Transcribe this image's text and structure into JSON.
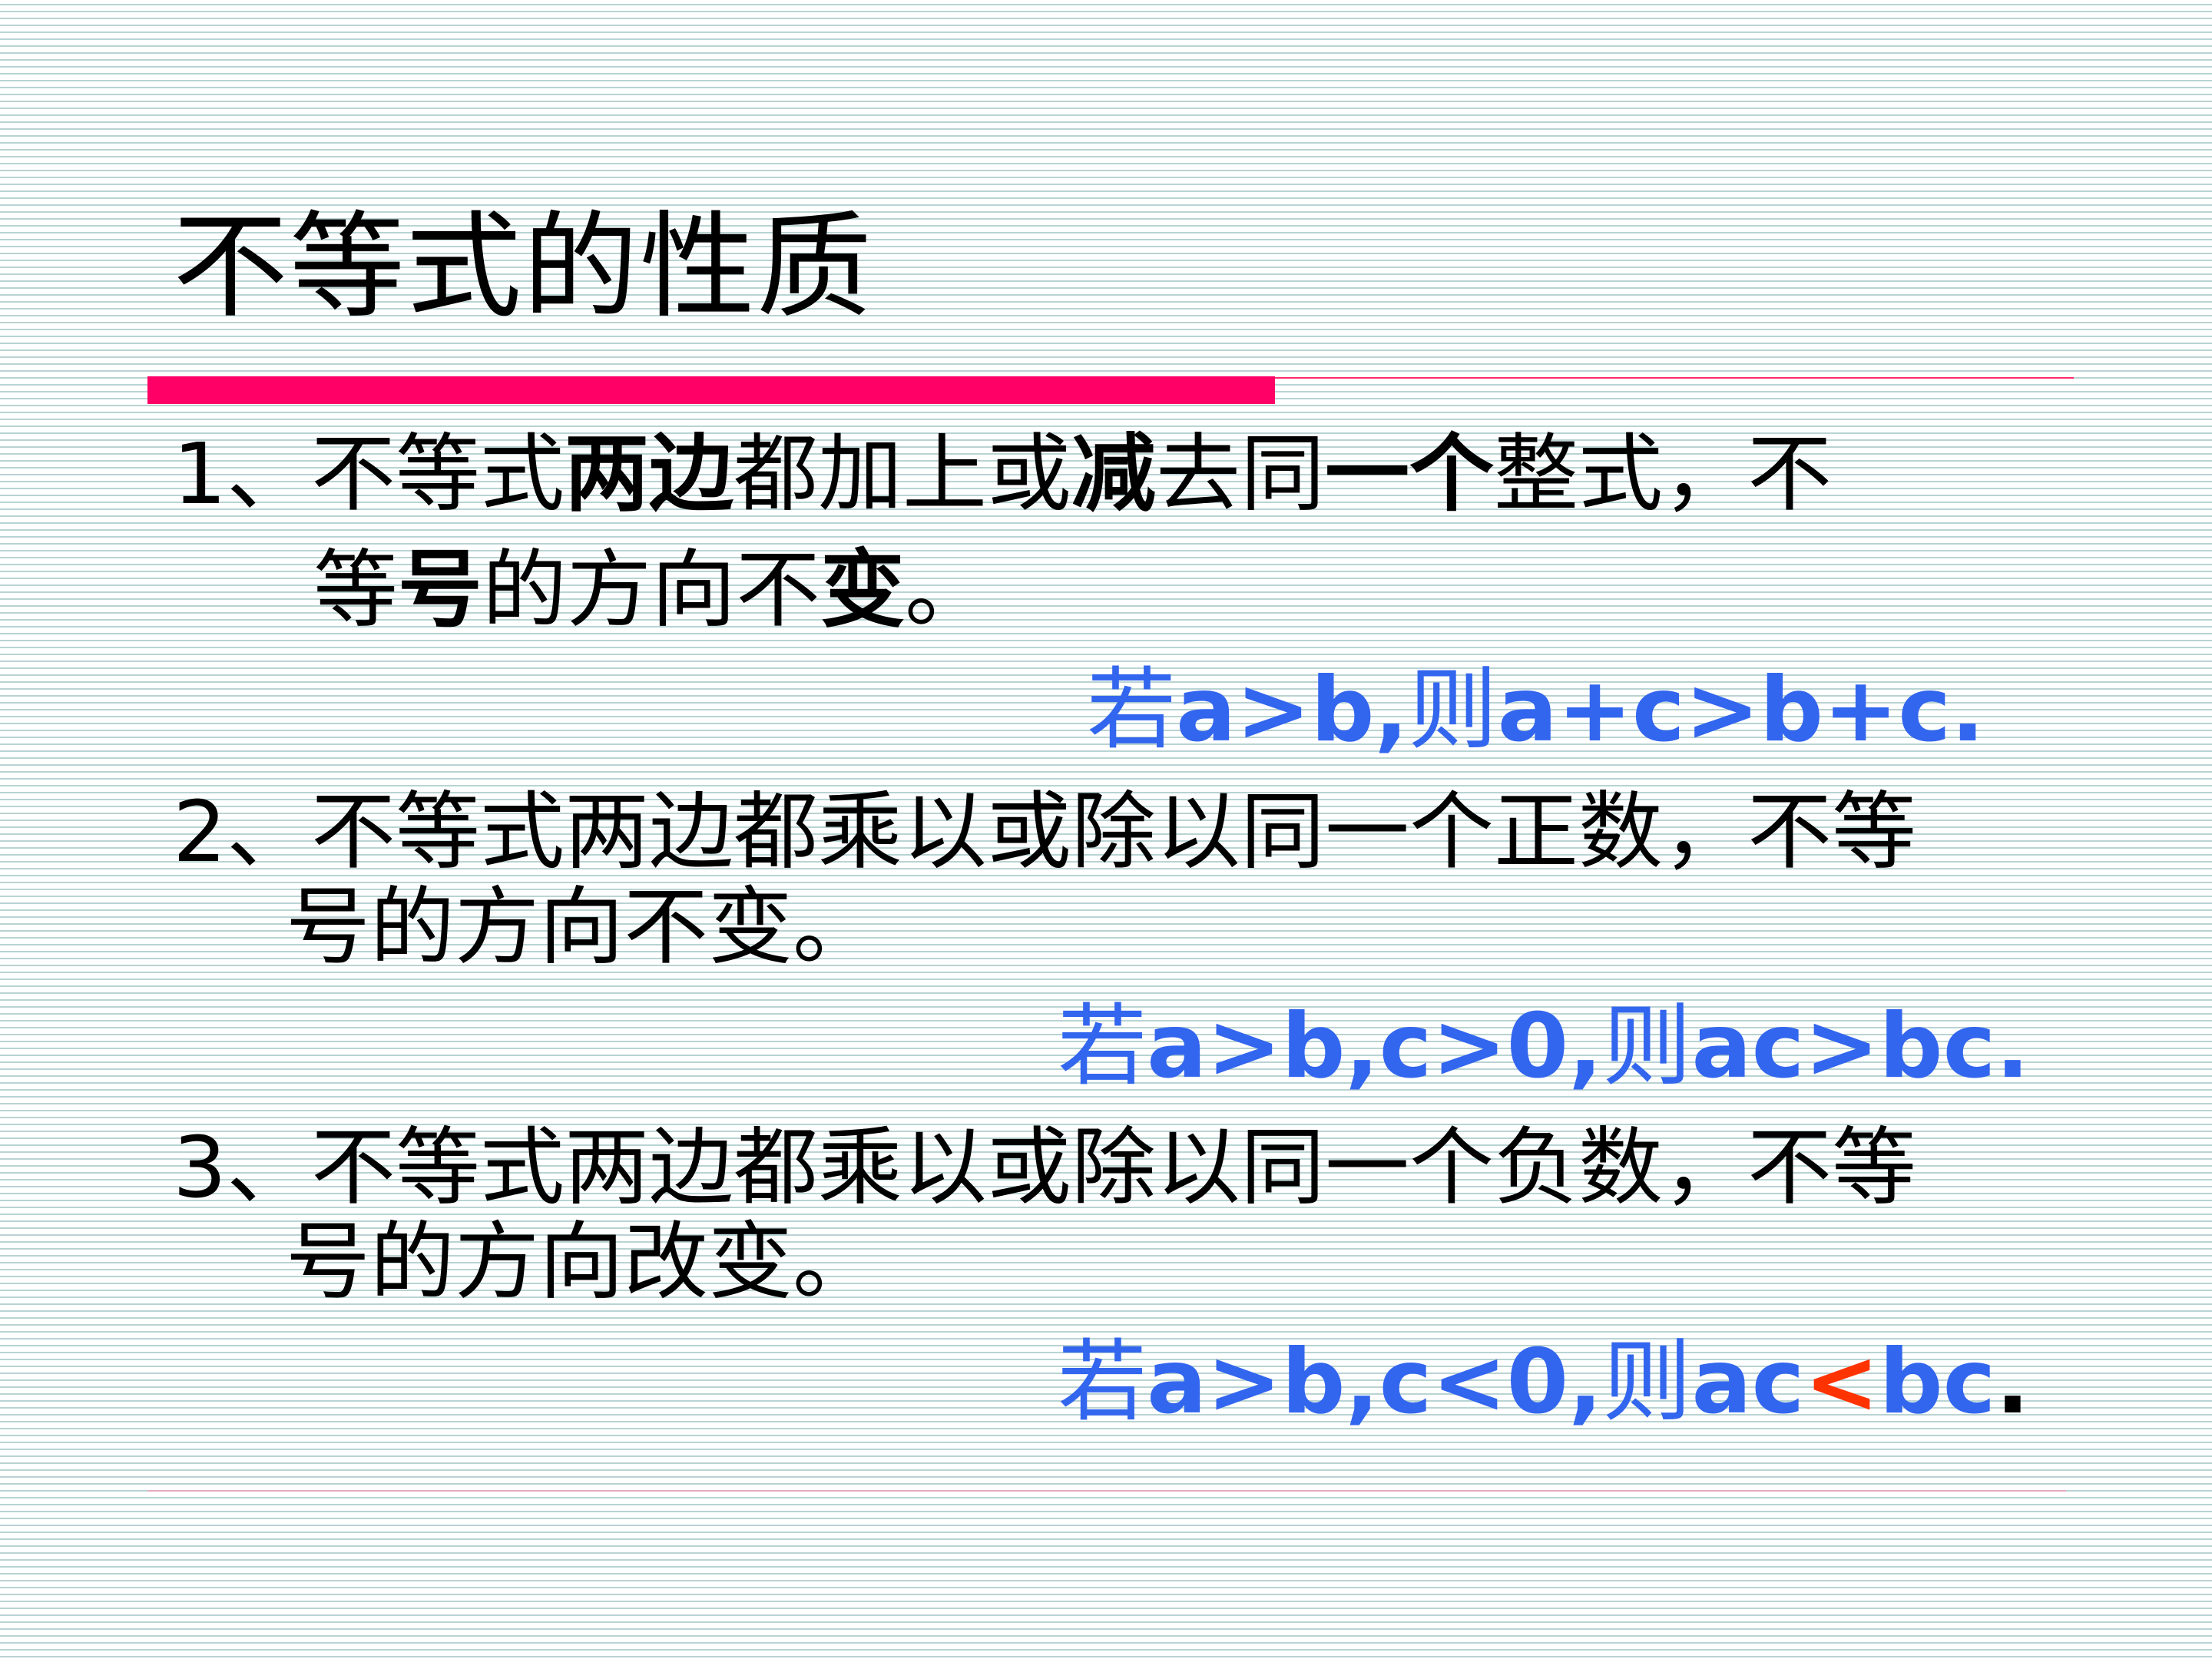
{
  "title": "不等式的性质",
  "colors": {
    "accent_bar": "#ff0066",
    "formula_blue": "#3366ee",
    "highlight_red": "#ff3300",
    "stripe": "#b9d3d3"
  },
  "rules": [
    {
      "number": "1、",
      "segments": [
        {
          "text": "不等式",
          "bold": false
        },
        {
          "text": "两边",
          "bold": true
        },
        {
          "text": "都加上或",
          "bold": false
        },
        {
          "text": "减",
          "bold": true
        },
        {
          "text": "去同",
          "bold": false
        },
        {
          "text": "一个",
          "bold": true
        },
        {
          "text": "整式，不",
          "bold": false
        }
      ],
      "line2": [
        {
          "text": "等",
          "bold": false
        },
        {
          "text": "号",
          "bold": true
        },
        {
          "text": "的方向不",
          "bold": false
        },
        {
          "text": "变",
          "bold": true
        },
        {
          "text": "。",
          "bold": false
        }
      ],
      "formula": {
        "pre_zh": "若",
        "cond": "a>b,",
        "then_zh": "则",
        "result": "a+c>b+c."
      }
    },
    {
      "number": "2、",
      "line1": "不等式两边都乘以或除以同一个正数，不等",
      "line2": "号的方向不变。",
      "formula": {
        "pre_zh": "若",
        "cond": "a>b,c>0,",
        "then_zh": "则",
        "result": "ac>bc."
      }
    },
    {
      "number": "3、",
      "line1": "不等式两边都乘以或除以同一个负数，不等",
      "line2": "号的方向改变。",
      "formula": {
        "pre_zh": "若",
        "cond": "a>b,c<0,",
        "then_zh": "则",
        "result_a": "ac",
        "result_op": "<",
        "result_b": "bc",
        "result_end": "."
      }
    }
  ]
}
